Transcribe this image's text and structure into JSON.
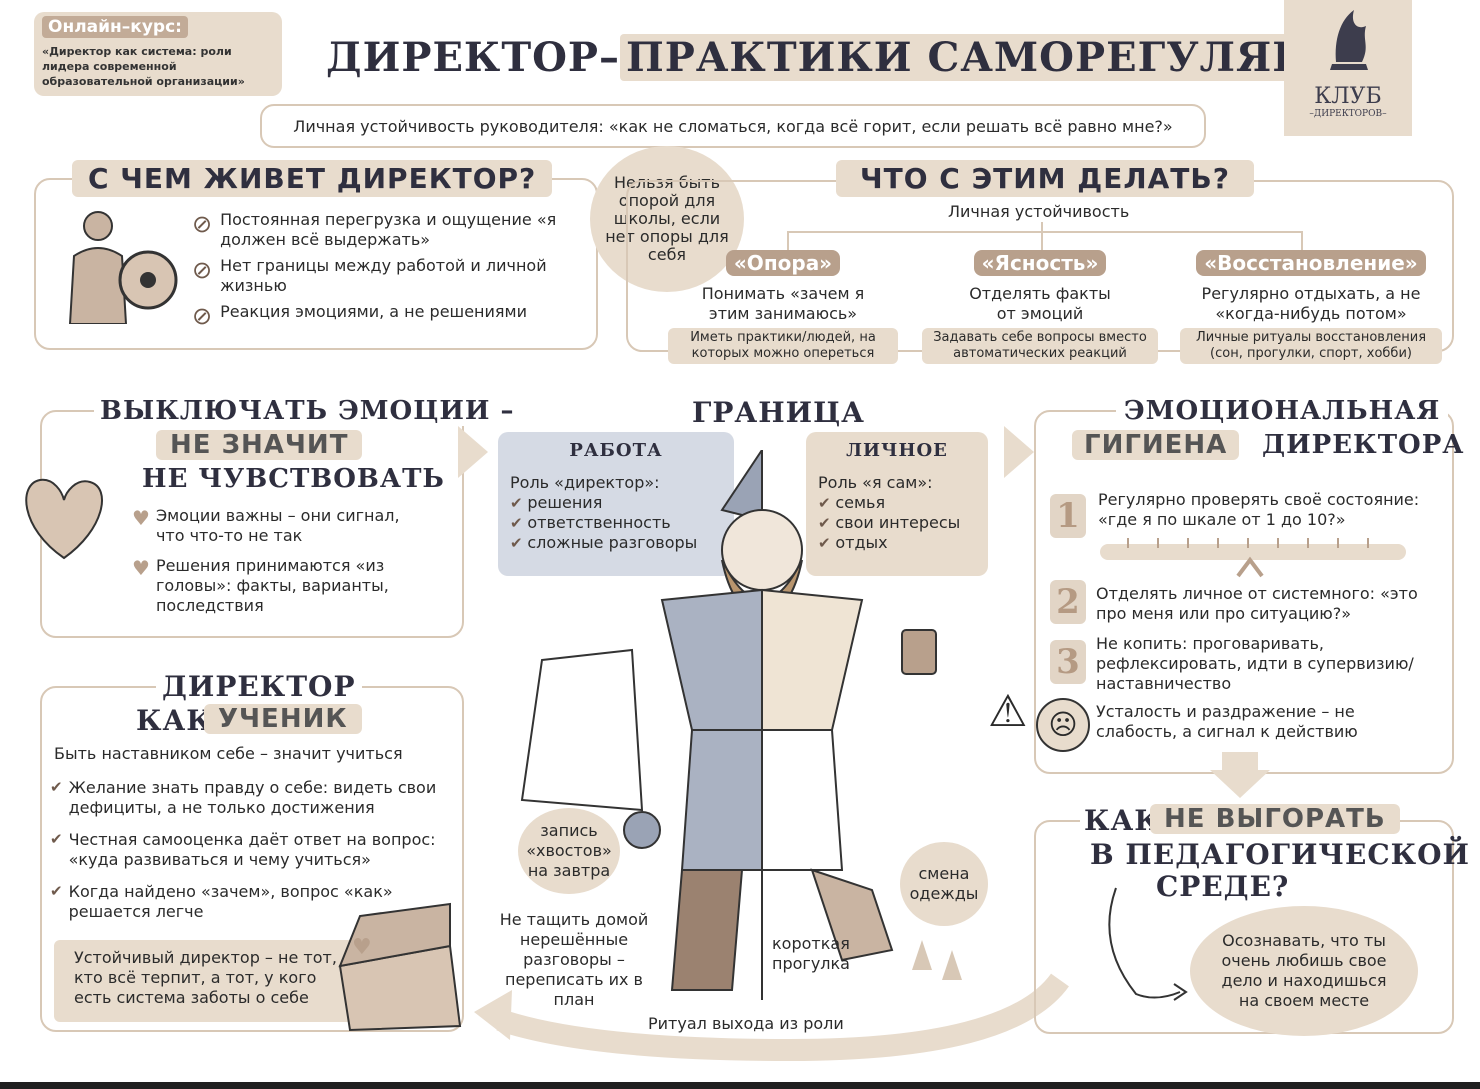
{
  "course": {
    "label": "Онлайн–курс:",
    "name": "«Директор как система: роли лидера современной образовательной организации»"
  },
  "title": {
    "part1": "ДИРЕКТОР–",
    "part2": "ПРАКТИКИ САМОРЕГУЛЯЦИИ"
  },
  "subtitle": "Личная устойчивость руководителя: «как не сломаться, когда всё горит, если решать всё равно мне?»",
  "logo": {
    "name": "КЛУБ",
    "sub": "–ДИРЕКТОРОВ–"
  },
  "lives": {
    "header": "С ЧЕМ ЖИВЕТ ДИРЕКТОР?",
    "items": [
      "Постоянная перегрузка и ощущение «я должен всё выдержать»",
      "Нет границы между работой и личной жизнью",
      "Реакция эмоциями, а не решениями"
    ]
  },
  "center_note": "Нельзя быть опорой для школы, если нет опоры для себя",
  "todo": {
    "header": "ЧТО С ЭТИМ ДЕЛАТЬ?",
    "root": "Личная устойчивость",
    "cols": [
      {
        "pill": "«Опора»",
        "text": "Понимать «зачем я этим занимаюсь»",
        "note": "Иметь практики/людей, на которых можно опереться"
      },
      {
        "pill": "«Ясность»",
        "text": "Отделять факты от эмоций",
        "note": "Задавать себе вопросы вместо автоматических реакций"
      },
      {
        "pill": "«Восстановление»",
        "text": "Регулярно отдыхать, а не «когда-нибудь потом»",
        "note": "Личные ритуалы восстановления (сон, прогулки, спорт, хобби)"
      }
    ]
  },
  "emotions": {
    "line1": "ВЫКЛЮЧАТЬ ЭМОЦИИ –",
    "line2": "НЕ ЗНАЧИТ",
    "line3": "НЕ ЧУВСТВОВАТЬ",
    "items": [
      "Эмоции важны – они сигнал, что что-то не так",
      "Решения принимаются «из головы»: факты, варианты, последствия"
    ]
  },
  "border": {
    "header": "ГРАНИЦА",
    "work": {
      "title": "РАБОТА",
      "role": "Роль «директор»:",
      "items": [
        "решения",
        "ответственность",
        "сложные разговоры"
      ]
    },
    "personal": {
      "title": "ЛИЧНОЕ",
      "role": "Роль «я сам»:",
      "items": [
        "семья",
        "свои интересы",
        "отдых"
      ]
    },
    "notes": {
      "record": "запись «хвостов» на завтра",
      "dont": "Не тащить домой нерешённые разговоры – переписать их в план",
      "walk": "короткая прогулка",
      "clothes": "смена одежды",
      "ritual": "Ритуал выхода из роли"
    }
  },
  "hygiene": {
    "line1": "ЭМОЦИОНАЛЬНАЯ",
    "line2a": "ГИГИЕНА",
    "line2b": "ДИРЕКТОРА",
    "items": [
      {
        "n": "1",
        "text": "Регулярно проверять своё состояние: «где я по шкале от 1 до 10?»"
      },
      {
        "n": "2",
        "text": "Отделять личное от системного: «это про меня или про ситуацию?»"
      },
      {
        "n": "3",
        "text": "Не копить: проговаривать, рефлексировать, идти в супервизию/ наставничество"
      }
    ],
    "warning": "Усталость и раздражение – не слабость, а сигнал к действию"
  },
  "student": {
    "line1": "ДИРЕКТОР",
    "line2a": "КАК",
    "line2b": "УЧЕНИК",
    "intro": "Быть наставником себе – значит учиться",
    "items": [
      "Желание знать правду о себе: видеть свои дефициты, а не только достижения",
      "Честная самооценка даёт ответ на вопрос: «куда развиваться и чему учиться»",
      "Когда найдено «зачем», вопрос «как» решается легче"
    ],
    "footer": "Устойчивый директор – не тот, кто всё терпит, а тот, у кого есть система заботы о себе"
  },
  "burnout": {
    "line1a": "КАК",
    "line1b": "НЕ ВЫГОРАТЬ",
    "line2": "В ПЕДАГОГИЧЕСКОЙ",
    "line3": "СРЕДЕ?",
    "answer": "Осознавать, что ты очень любишь свое дело и находишься на своем месте"
  },
  "colors": {
    "beige": "#e8dccd",
    "brown": "#b8a08c",
    "dark": "#2f2f3f",
    "blue": "#d5dae4"
  },
  "icons": [
    "ban-icon",
    "checkmark-icon",
    "heart-icon",
    "warning-icon",
    "sad-face-icon",
    "knight-icon",
    "hands-heart-icon",
    "chest-icon",
    "griffin-logo-icon",
    "arrow-icon"
  ]
}
